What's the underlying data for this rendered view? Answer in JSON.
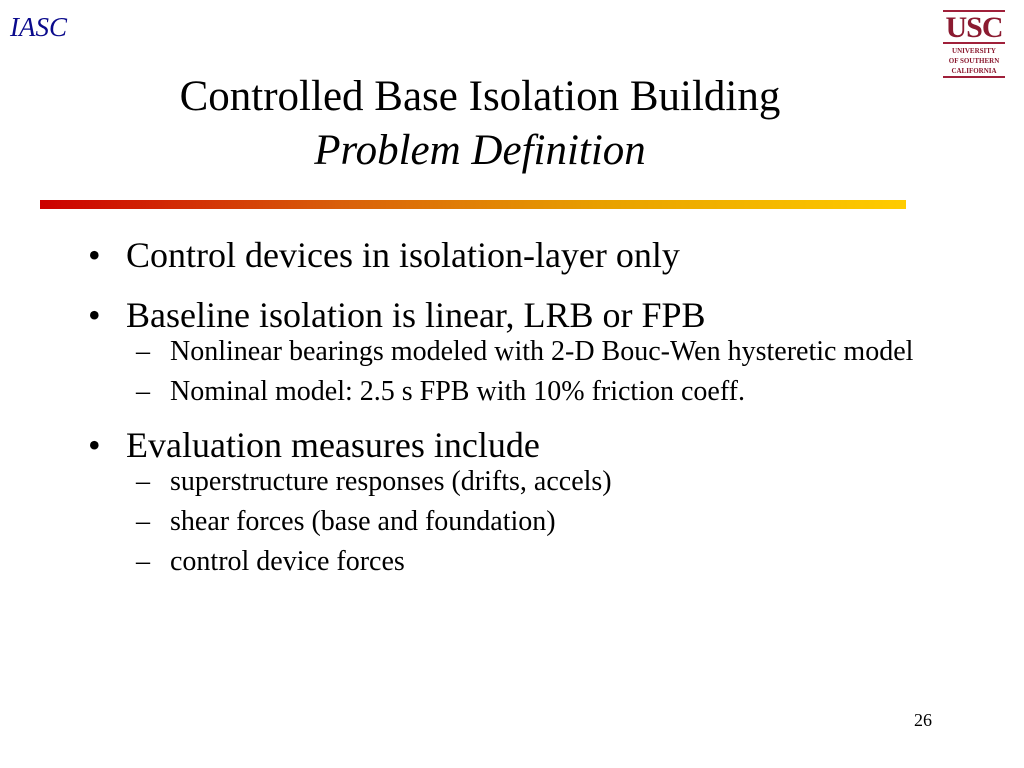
{
  "header": {
    "org_label": "IASC",
    "logo": {
      "main": "USC",
      "lines": [
        "UNIVERSITY",
        "OF SOUTHERN",
        "CALIFORNIA"
      ],
      "color": "#8b1a30"
    }
  },
  "title": {
    "line1": "Controlled Base Isolation Building",
    "line2": "Problem Definition"
  },
  "divider": {
    "gradient": [
      "#cc0000",
      "#ffcc00"
    ]
  },
  "bullets": [
    {
      "text": "Control devices in isolation-layer only",
      "children": []
    },
    {
      "text": "Baseline isolation is linear, LRB or FPB",
      "children": [
        "Nonlinear bearings modeled with 2-D Bouc-Wen hysteretic model",
        "Nominal model: 2.5 s FPB with 10% friction coeff."
      ]
    },
    {
      "text": "Evaluation measures include",
      "children": [
        "superstructure responses (drifts, accels)",
        "shear forces (base and foundation)",
        "control device forces"
      ]
    }
  ],
  "bullet_symbol": "•",
  "dash_symbol": "–",
  "page_number": "26"
}
